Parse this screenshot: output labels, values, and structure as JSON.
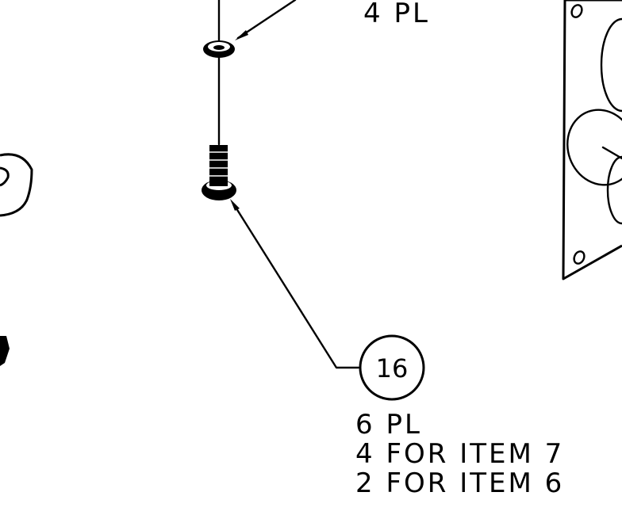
{
  "top_note": "4 PL",
  "balloon": {
    "item_number": "16"
  },
  "notes": [
    "6 PL",
    "4 FOR ITEM 7",
    "2 FOR ITEM 6"
  ]
}
